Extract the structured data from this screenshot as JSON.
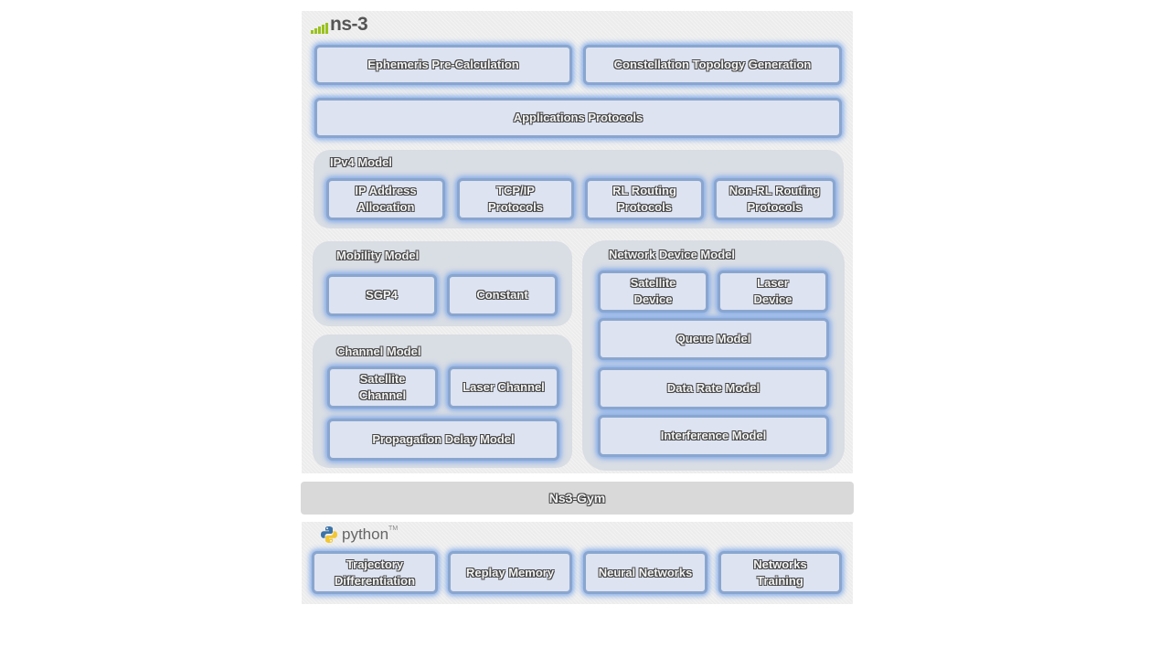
{
  "logos": {
    "ns3": "ns-3",
    "python": "python",
    "python_tm": "TM"
  },
  "top": {
    "ephemeris": "Ephemeris Pre-Calculation",
    "constellation": "Constellation Topology Generation",
    "applications": "Applications Protocols"
  },
  "ipv4": {
    "title": "IPv4 Model",
    "items": [
      "IP Address\nAllocation",
      "TCP/IP\nProtocols",
      "RL Routing\nProtocols",
      "Non-RL Routing\nProtocols"
    ]
  },
  "mobility": {
    "title": "Mobility Model",
    "items": [
      "SGP4",
      "Constant"
    ]
  },
  "channel": {
    "title": "Channel Model",
    "items": [
      "Satellite\nChannel",
      "Laser Channel"
    ],
    "propagation": "Propagation Delay Model"
  },
  "netdevice": {
    "title": "Network Device Model",
    "items": [
      "Satellite\nDevice",
      "Laser\nDevice"
    ],
    "queue": "Queue Model",
    "datarate": "Data Rate Model",
    "interference": "Interference Model"
  },
  "gym": "Ns3-Gym",
  "python_items": [
    "Trajectory\nDifferentiation",
    "Replay Memory",
    "Neural Networks",
    "Networks\nTraining"
  ],
  "colors": {
    "box_fill": "#dde3f1",
    "box_border": "#8aa6cf",
    "glow": "#6ea0eb",
    "logo_green": "#9ac21c"
  }
}
